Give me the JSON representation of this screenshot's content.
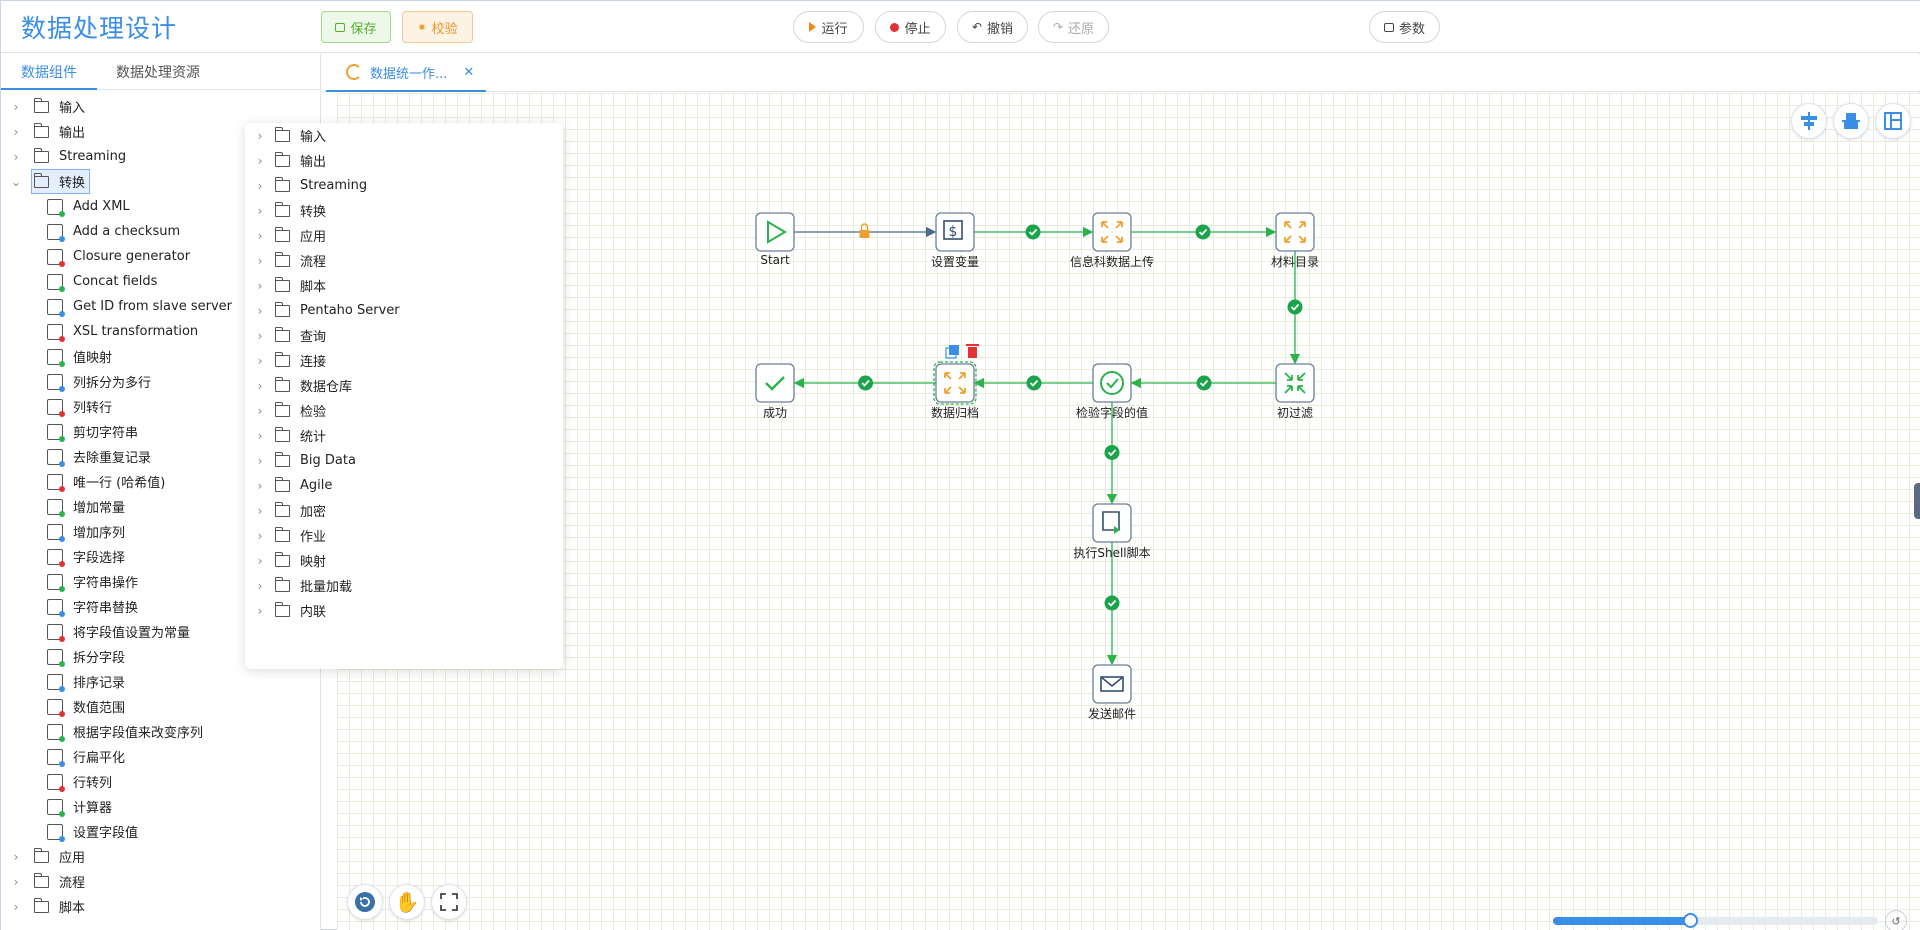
{
  "app": {
    "title": "数据处理设计"
  },
  "toolbar": {
    "save": "保存",
    "check": "校验",
    "run": "运行",
    "stop": "停止",
    "undo": "撤销",
    "redo": "还原",
    "params": "参数"
  },
  "left_tabs": [
    "数据组件",
    "数据处理资源"
  ],
  "tree": {
    "top_folders": [
      "输入",
      "输出",
      "Streaming"
    ],
    "expanded_folder": "转换",
    "children": [
      "Add XML",
      "Add a checksum",
      "Closure generator",
      "Concat fields",
      "Get ID from slave server",
      "XSL transformation",
      "值映射",
      "列拆分为多行",
      "列转行",
      "剪切字符串",
      "去除重复记录",
      "唯一行 (哈希值)",
      "增加常量",
      "增加序列",
      "字段选择",
      "字符串操作",
      "字符串替换",
      "将字段值设置为常量",
      "拆分字段",
      "排序记录",
      "数值范围",
      "根据字段值来改变序列",
      "行扁平化",
      "行转列",
      "计算器",
      "设置字段值"
    ],
    "bottom_folders": [
      "应用",
      "流程",
      "脚本"
    ]
  },
  "float_menu": [
    "输入",
    "输出",
    "Streaming",
    "转换",
    "应用",
    "流程",
    "脚本",
    "Pentaho Server",
    "查询",
    "连接",
    "数据仓库",
    "检验",
    "统计",
    "Big Data",
    "Agile",
    "加密",
    "作业",
    "映射",
    "批量加载",
    "内联"
  ],
  "editor_tab": {
    "label": "数据统一作..."
  },
  "flow": {
    "nodes": [
      {
        "id": "start",
        "label": "Start",
        "icon": "play-icon"
      },
      {
        "id": "setvar",
        "label": "设置变量",
        "icon": "variable-icon"
      },
      {
        "id": "upload",
        "label": "信息科数据上传",
        "icon": "transform-icon"
      },
      {
        "id": "catalog",
        "label": "材料目录",
        "icon": "transform-icon"
      },
      {
        "id": "filter",
        "label": "初过滤",
        "icon": "filter-icon"
      },
      {
        "id": "validate",
        "label": "检验字段的值",
        "icon": "validate-icon"
      },
      {
        "id": "archive",
        "label": "数据归档",
        "icon": "transform-icon"
      },
      {
        "id": "success",
        "label": "成功",
        "icon": "check-icon"
      },
      {
        "id": "shell",
        "label": "执行Shell脚本",
        "icon": "shell-icon"
      },
      {
        "id": "mail",
        "label": "发送邮件",
        "icon": "mail-icon"
      }
    ]
  },
  "zoom": {
    "fraction": 0.42
  },
  "colors": {
    "accent": "#3a8ee6",
    "success": "#2bb34b",
    "warning": "#f0a030"
  }
}
